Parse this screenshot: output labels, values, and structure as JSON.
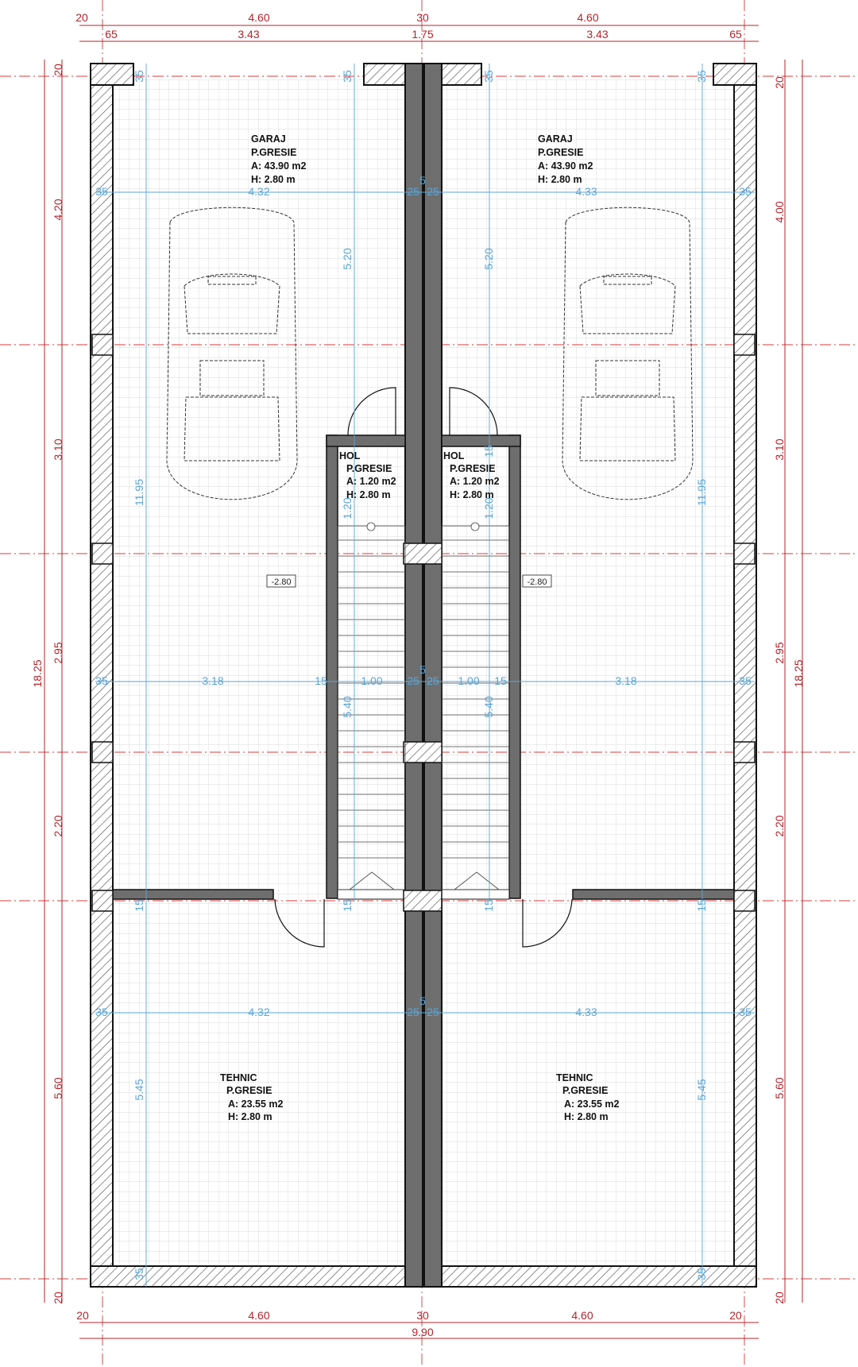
{
  "plan": {
    "rooms": [
      {
        "name": "GARAJ",
        "floor": "P.GRESIE",
        "area": "A: 43.90 m2",
        "height": "H: 2.80 m"
      },
      {
        "name": "GARAJ",
        "floor": "P.GRESIE",
        "area": "A: 43.90 m2",
        "height": "H: 2.80 m"
      },
      {
        "name": "HOL",
        "floor": "P.GRESIE",
        "area": "A: 1.20 m2",
        "height": "H: 2.80 m"
      },
      {
        "name": "HOL",
        "floor": "P.GRESIE",
        "area": "A: 1.20 m2",
        "height": "H: 2.80 m"
      },
      {
        "name": "TEHNIC",
        "floor": "P.GRESIE",
        "area": "A: 23.55 m2",
        "height": "H: 2.80 m"
      },
      {
        "name": "TEHNIC",
        "floor": "P.GRESIE",
        "area": "A: 23.55 m2",
        "height": "H: 2.80 m"
      }
    ],
    "levels": [
      "-2.80",
      "-2.80"
    ],
    "dims_top": {
      "row1": [
        "20",
        "4.60",
        "30",
        "4.60"
      ],
      "row2": [
        "65",
        "3.43",
        "1.75",
        "3.43",
        "65"
      ]
    },
    "dims_bottom": {
      "row1": [
        "20",
        "4.60",
        "30",
        "4.60",
        "20"
      ],
      "total": "9.90"
    },
    "dims_left": {
      "segments": [
        "4.20",
        "3.10",
        "2.95",
        "2.20",
        "5.60"
      ],
      "top": "20",
      "bottom": "20",
      "total": "18.25"
    },
    "dims_right": {
      "segments": [
        "20",
        "4.00",
        "3.10",
        "2.95",
        "2.20",
        "5.60",
        "20"
      ],
      "total": "18.25"
    },
    "inner": {
      "h_garage_left": [
        "35",
        "4.32",
        "25"
      ],
      "h_garage_right": [
        "5",
        "25",
        "4.33",
        "35"
      ],
      "h_mid_left": [
        "35",
        "3.18",
        "15",
        "1.00",
        "25"
      ],
      "h_mid_right": [
        "5",
        "25",
        "1.00",
        "15",
        "3.18",
        "35"
      ],
      "h_tech_left": [
        "35",
        "4.32",
        "25"
      ],
      "h_tech_right": [
        "5",
        "25",
        "4.33",
        "35"
      ],
      "v_left_outer": [
        "35",
        "11.95",
        "15",
        "5.45",
        "35"
      ],
      "v_right_outer": [
        "35",
        "11.95",
        "15",
        "5.45",
        "35"
      ],
      "v_center_left": [
        "35",
        "5.20",
        "1.20",
        "5.40",
        "15"
      ],
      "v_center_right": [
        "35",
        "5.20",
        "15",
        "1.20",
        "5.40",
        "15"
      ]
    }
  }
}
